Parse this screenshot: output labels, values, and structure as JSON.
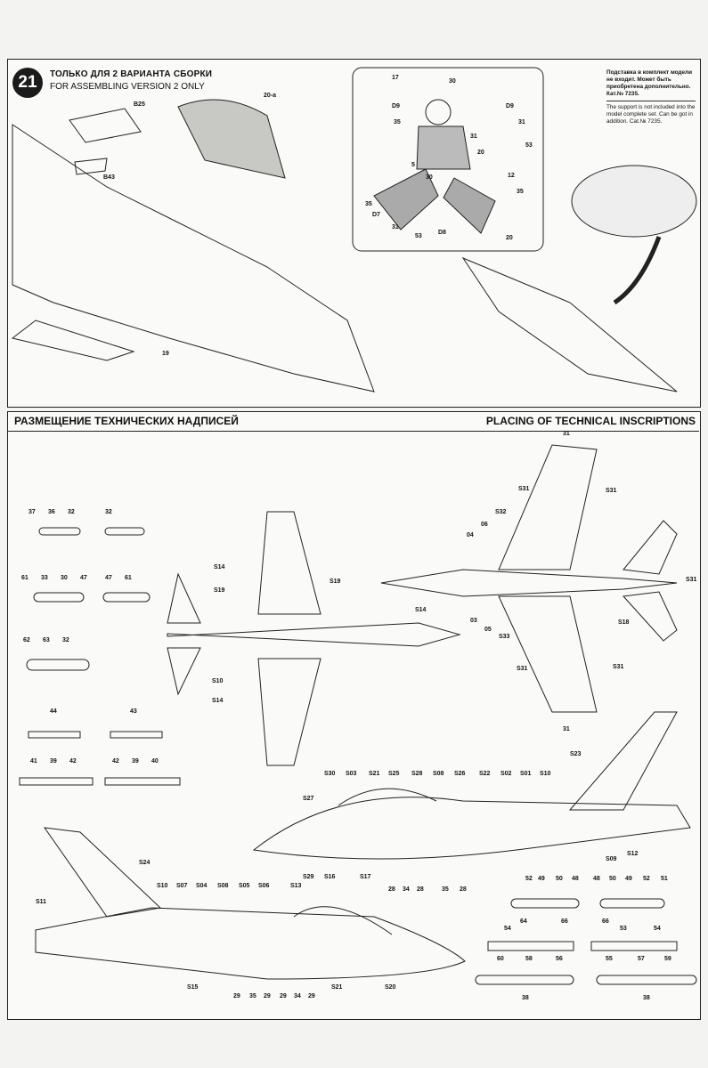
{
  "step": {
    "number": "21",
    "title_ru": "ТОЛЬКО ДЛЯ 2 ВАРИАНТА СБОРКИ",
    "title_en": "FOR ASSEMBLING VERSION 2 ONLY"
  },
  "note": {
    "ru": "Подставка в комплект модели не входит. Может быть приобретена дополнительно. Кат.№ 7235.",
    "en": "The support is not included into the model complete set. Can be got in addition. Cat.№ 7235."
  },
  "section": {
    "title_ru": "РАЗМЕЩЕНИЕ ТЕХНИЧЕСКИХ НАДПИСЕЙ",
    "title_en": "PLACING OF TECHNICAL INSCRIPTIONS"
  },
  "assembly_labels": [
    "B25",
    "B43",
    "20-a",
    "19",
    "D9",
    "D9",
    "D7",
    "D8"
  ],
  "pilot_badges": [
    "17",
    "30",
    "35",
    "31",
    "31",
    "20",
    "53",
    "5",
    "30",
    "12",
    "35",
    "35",
    "31",
    "53",
    "20"
  ],
  "stores": [
    {
      "row": "1a",
      "labels": [
        "37",
        "36",
        "32"
      ]
    },
    {
      "row": "1b",
      "labels": [
        "32"
      ]
    },
    {
      "row": "2a",
      "labels": [
        "61",
        "33",
        "30",
        "47"
      ]
    },
    {
      "row": "2b",
      "labels": [
        "47",
        "61"
      ]
    },
    {
      "row": "3",
      "labels": [
        "62",
        "63",
        "32"
      ]
    },
    {
      "row": "4a",
      "labels": [
        "44"
      ]
    },
    {
      "row": "4b",
      "labels": [
        "43"
      ]
    },
    {
      "row": "5a",
      "labels": [
        "41",
        "39",
        "42"
      ]
    },
    {
      "row": "5b",
      "labels": [
        "42",
        "39",
        "40"
      ]
    }
  ],
  "topview_labels": [
    "S14",
    "S19",
    "S19",
    "S14",
    "S10",
    "S14"
  ],
  "bottomview_labels": [
    "31",
    "S31",
    "S32",
    "S31",
    "04",
    "06",
    "03",
    "05",
    "S33",
    "S18",
    "S31",
    "S31",
    "S31",
    "31"
  ],
  "side_right_labels": [
    "S23",
    "S30",
    "S03",
    "S21",
    "S25",
    "S28",
    "S08",
    "S26",
    "S22",
    "S02",
    "S01",
    "S10",
    "S27",
    "S29",
    "S16",
    "S17",
    "28",
    "34",
    "28",
    "35",
    "28",
    "S09",
    "S12"
  ],
  "side_left_labels": [
    "S24",
    "S11",
    "S10",
    "S07",
    "S04",
    "S08",
    "S05",
    "S06",
    "S13",
    "S15",
    "29",
    "35",
    "29",
    "29",
    "34",
    "29",
    "S21",
    "S20"
  ],
  "pods_labels": [
    "52",
    "49",
    "50",
    "48",
    "64",
    "66",
    "48",
    "50",
    "49",
    "52",
    "51",
    "66",
    "54",
    "58",
    "56",
    "60",
    "55",
    "53",
    "57",
    "54",
    "59",
    "38",
    "38"
  ]
}
